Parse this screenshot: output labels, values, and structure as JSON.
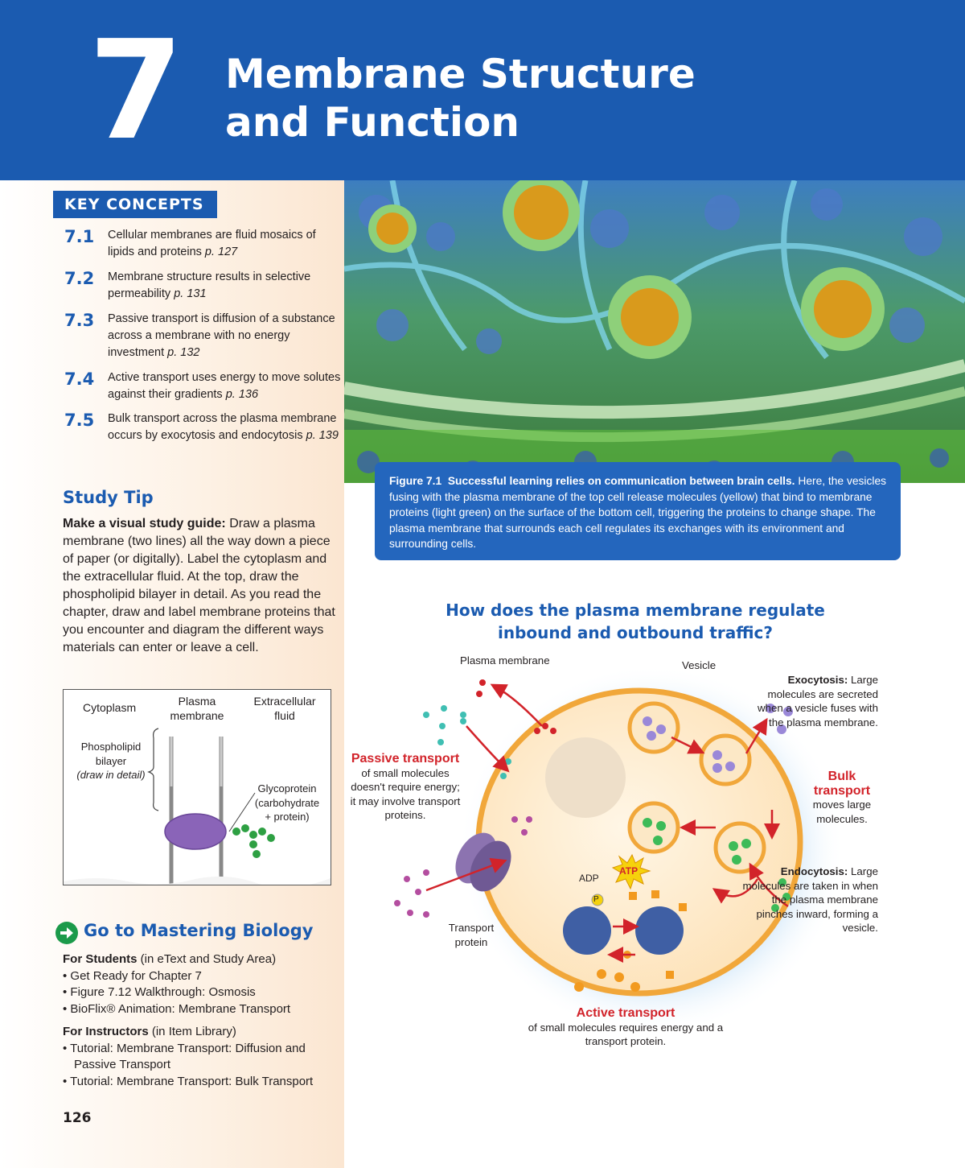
{
  "header": {
    "chapter_number": "7",
    "title_line1": "Membrane Structure",
    "title_line2": "and Function"
  },
  "key_concepts": {
    "badge": "KEY CONCEPTS",
    "items": [
      {
        "num": "7.1",
        "text": "Cellular membranes are fluid mosaics of lipids and proteins",
        "page": "p. 127"
      },
      {
        "num": "7.2",
        "text": "Membrane structure results in selective permeability",
        "page": "p. 131"
      },
      {
        "num": "7.3",
        "text": "Passive transport is diffusion of a substance across a membrane with no energy investment",
        "page": "p. 132"
      },
      {
        "num": "7.4",
        "text": "Active transport uses energy to move solutes against their gradients",
        "page": "p. 136"
      },
      {
        "num": "7.5",
        "text": "Bulk transport across the plasma membrane occurs by exocytosis and endocytosis",
        "page": "p. 139"
      }
    ]
  },
  "study_tip": {
    "heading": "Study Tip",
    "lead": "Make a visual study guide:",
    "body": "Draw a plasma membrane (two lines) all the way down a piece of paper (or digitally). Label the cytoplasm and the extracellular fluid. At the top, draw the phospholipid bilayer in detail. As you read the chapter, draw and label membrane proteins that you encounter and diagram the different ways materials can enter or leave a cell.",
    "sketch": {
      "cytoplasm": "Cytoplasm",
      "plasma_1": "Plasma",
      "plasma_2": "membrane",
      "extra_1": "Extracellular",
      "extra_2": "fluid",
      "phos_1": "Phospholipid",
      "phos_2": "bilayer",
      "phos_3": "(draw in detail)",
      "glyco_1": "Glycoprotein",
      "glyco_2": "(carbohydrate",
      "glyco_3": "+ protein)"
    }
  },
  "mastering": {
    "heading": "Go to Mastering Biology",
    "students_label": "For Students",
    "students_note": "(in eText and Study Area)",
    "students_items": [
      "Get Ready for Chapter 7",
      "Figure 7.12 Walkthrough: Osmosis",
      "BioFlix® Animation: Membrane Transport"
    ],
    "instructors_label": "For Instructors",
    "instructors_note": "(in Item Library)",
    "instructors_items": [
      "Tutorial: Membrane Transport: Diffusion and Passive Transport",
      "Tutorial: Membrane Transport: Bulk Transport"
    ]
  },
  "page_number": "126",
  "figure": {
    "label": "Figure 7.1",
    "title": "Successful learning relies on communication between brain cells.",
    "text": "Here, the vesicles fusing with the plasma membrane of the top cell release molecules (yellow) that bind to membrane proteins (light green) on the surface of the bottom cell, triggering the proteins to change shape. The plasma membrane that surrounds each cell regulates its exchanges with its environment and surrounding cells."
  },
  "diagram": {
    "question_line1": "How does the plasma membrane regulate",
    "question_line2": "inbound and outbound traffic?",
    "plasma_membrane": "Plasma membrane",
    "vesicle": "Vesicle",
    "exocytosis_head": "Exocytosis:",
    "exocytosis_text": "Large molecules are secreted when a vesicle fuses with the plasma membrane.",
    "passive_head": "Passive transport",
    "passive_text": "of small molecules doesn't require energy; it may involve transport proteins.",
    "bulk_head": "Bulk transport",
    "bulk_text": "moves large molecules.",
    "endocytosis_head": "Endocytosis:",
    "endocytosis_text": "Large molecules are taken in when the plasma membrane pinches inward, forming a vesicle.",
    "transport_protein": "Transport protein",
    "adp": "ADP",
    "atp": "ATP",
    "p": "P",
    "active_head": "Active transport",
    "active_text": "of small molecules requires energy and a transport protein."
  },
  "colors": {
    "brand_blue": "#1b5bb0",
    "caption_blue": "#2466bd",
    "accent_red": "#d2232a",
    "sidebar_tint": "#fbe6d1"
  }
}
